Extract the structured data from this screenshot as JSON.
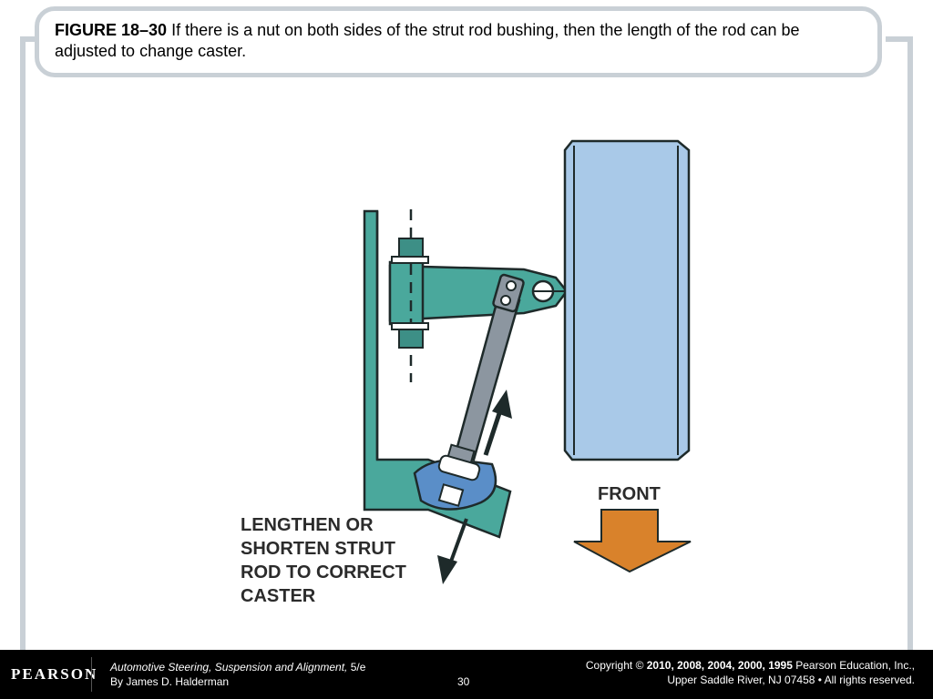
{
  "caption": {
    "figure_label": "FIGURE 18–30",
    "text": " If there is a nut on both sides of the strut rod bushing, then the length of the rod can be adjusted to change caster."
  },
  "diagram": {
    "instruction_lines": [
      "LENGTHEN OR",
      "SHORTEN STRUT",
      "ROD TO CORRECT",
      "CASTER"
    ],
    "front_label": "FRONT",
    "colors": {
      "frame": "#4aa89c",
      "tire": "#a9c9e8",
      "arrow": "#d9822b",
      "rod": "#8c96a0",
      "bushing": "#5a8ec8"
    }
  },
  "footer": {
    "publisher": "PEARSON",
    "book_title": "Automotive Steering, Suspension and Alignment,",
    "book_edition": " 5/e",
    "author": "By James D. Halderman",
    "page_number": "30",
    "copyright_prefix": "Copyright © ",
    "copyright_years": "2010, 2008, 2004, 2000, 1995",
    "copyright_suffix": " Pearson Education, Inc.,",
    "address": "Upper Saddle River, NJ 07458 • All rights reserved."
  }
}
